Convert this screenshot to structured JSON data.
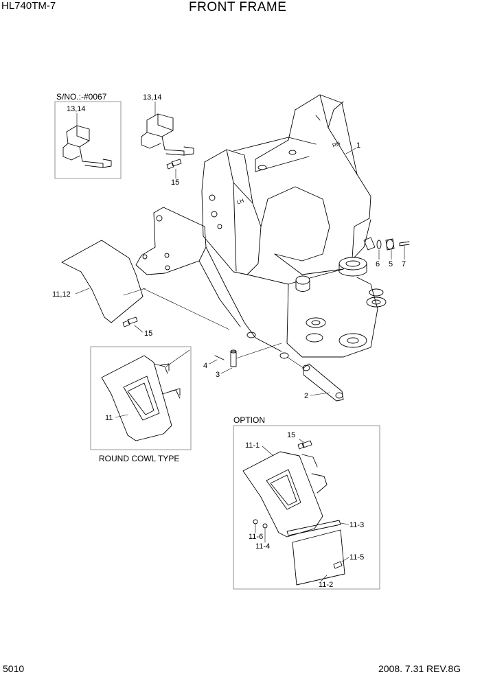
{
  "header": {
    "model": "HL740TM-7",
    "title": "FRONT FRAME"
  },
  "footer": {
    "page": "5010",
    "revision": "2008. 7.31  REV.8G"
  },
  "frame_marks": {
    "rh": "RH",
    "lh": "LH"
  },
  "captions": {
    "serial": "S/NO.:-#0067",
    "round_cowl": "ROUND COWL TYPE",
    "option": "OPTION"
  },
  "callouts": {
    "c_13_14_a": "13,14",
    "c_13_14_b": "13,14",
    "c_15_top": "15",
    "c_1": "1",
    "c_6": "6",
    "c_5": "5",
    "c_7": "7",
    "c_11_12": "11,12",
    "c_15_mid": "15",
    "c_4": "4",
    "c_3": "3",
    "c_2": "2",
    "c_11": "11",
    "c_15_opt": "15",
    "c_11_1": "11-1",
    "c_11_3": "11-3",
    "c_11_6": "11-6",
    "c_11_4": "11-4",
    "c_11_5": "11-5",
    "c_11_2": "11-2"
  }
}
